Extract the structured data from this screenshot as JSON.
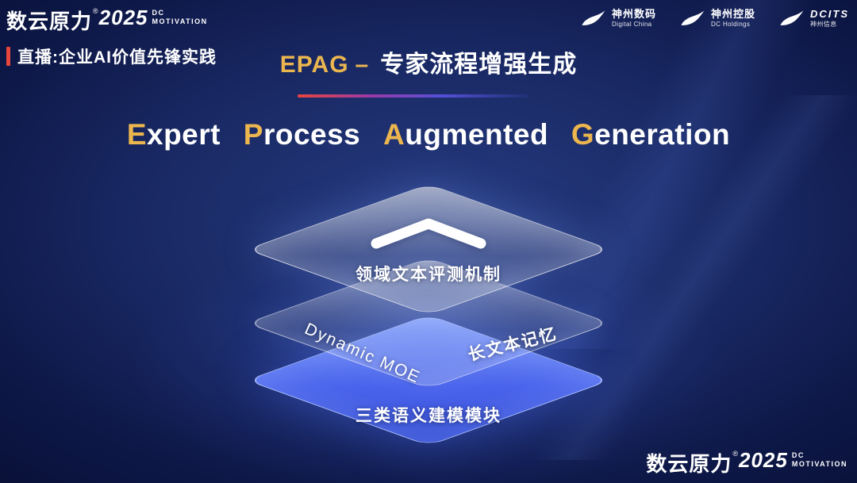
{
  "colors": {
    "gold": "#ecb64f",
    "red_accent": "#e8453c",
    "bottom_layer_blue": "#4a63ec",
    "background_navy": "#0d1746"
  },
  "header": {
    "brand": {
      "name": "数云原力",
      "reg": "®",
      "year": "2025",
      "tag_line1": "DC",
      "tag_line2": "MOTIVATION"
    },
    "live_label": "直播:企业AI价值先锋实践",
    "partners": [
      {
        "primary": "神州数码",
        "secondary": "Digital China"
      },
      {
        "primary": "神州控股",
        "secondary": "DC Holdings"
      },
      {
        "primary": "DCITS",
        "secondary": "神州信息"
      }
    ]
  },
  "title": {
    "acronym": "EPAG",
    "dash": "–",
    "chinese": "专家流程增强生成"
  },
  "subtitle": {
    "words": [
      {
        "initial": "E",
        "rest": "xpert"
      },
      {
        "initial": "P",
        "rest": "rocess"
      },
      {
        "initial": "A",
        "rest": "ugmented"
      },
      {
        "initial": "G",
        "rest": "eneration"
      }
    ]
  },
  "diagram": {
    "top_layer_label": "领域文本评测机制",
    "middle_layer_label_left": "Dynamic MOE",
    "middle_layer_label_right": "长文本记忆",
    "bottom_layer_label": "三类语义建模模块"
  },
  "footer": {
    "brand": {
      "name": "数云原力",
      "reg": "®",
      "year": "2025",
      "tag_line1": "DC",
      "tag_line2": "MOTIVATION"
    }
  }
}
